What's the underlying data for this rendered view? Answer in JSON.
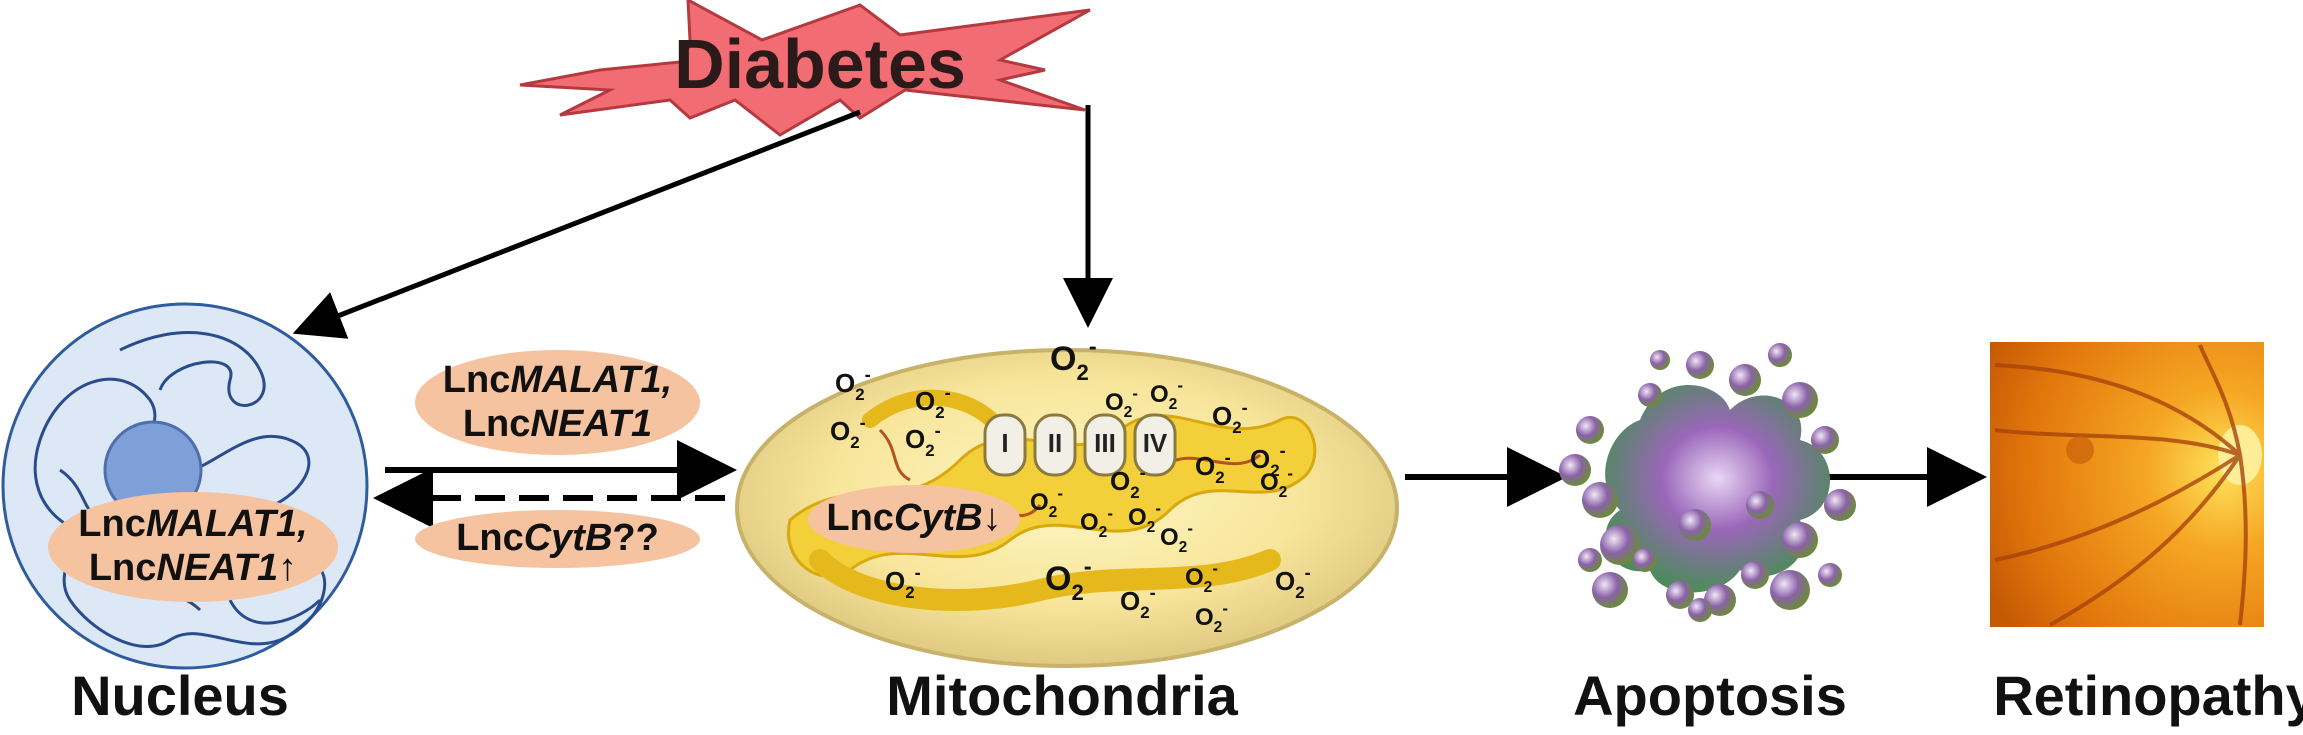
{
  "title": "Diabetes",
  "captions": {
    "nucleus": "Nucleus",
    "mitochondria": "Mitochondria",
    "apoptosis": "Apoptosis",
    "retinopathy": "Retinopathy"
  },
  "nucleus_lnc": {
    "line1_prefix": "Lnc",
    "line1_gene": "MALAT1,",
    "line2_prefix": "Lnc",
    "line2_gene": "NEAT1",
    "arrow": "↑"
  },
  "transport_lnc": {
    "line1_prefix": "Lnc",
    "line1_gene": "MALAT1,",
    "line2_prefix": "Lnc",
    "line2_gene": "NEAT1"
  },
  "return_lnc": {
    "prefix": "Lnc",
    "gene": "CytB",
    "suffix": "??"
  },
  "mito_lnc": {
    "prefix": "Lnc",
    "gene": "CytB",
    "arrow": "↓"
  },
  "complexes": [
    "I",
    "II",
    "III",
    "IV"
  ],
  "superoxide": {
    "base": "O",
    "sub": "2",
    "sup": "-"
  },
  "colors": {
    "star_fill": "#f26d73",
    "nucleus_fill": "#dce8f6",
    "nucleus_border": "#2e5c9e",
    "nucleolus": "#7f9fd8",
    "pill": "#f6c3a0",
    "mito_yellow": "#f3cf3a",
    "retina": "#e8860a"
  }
}
